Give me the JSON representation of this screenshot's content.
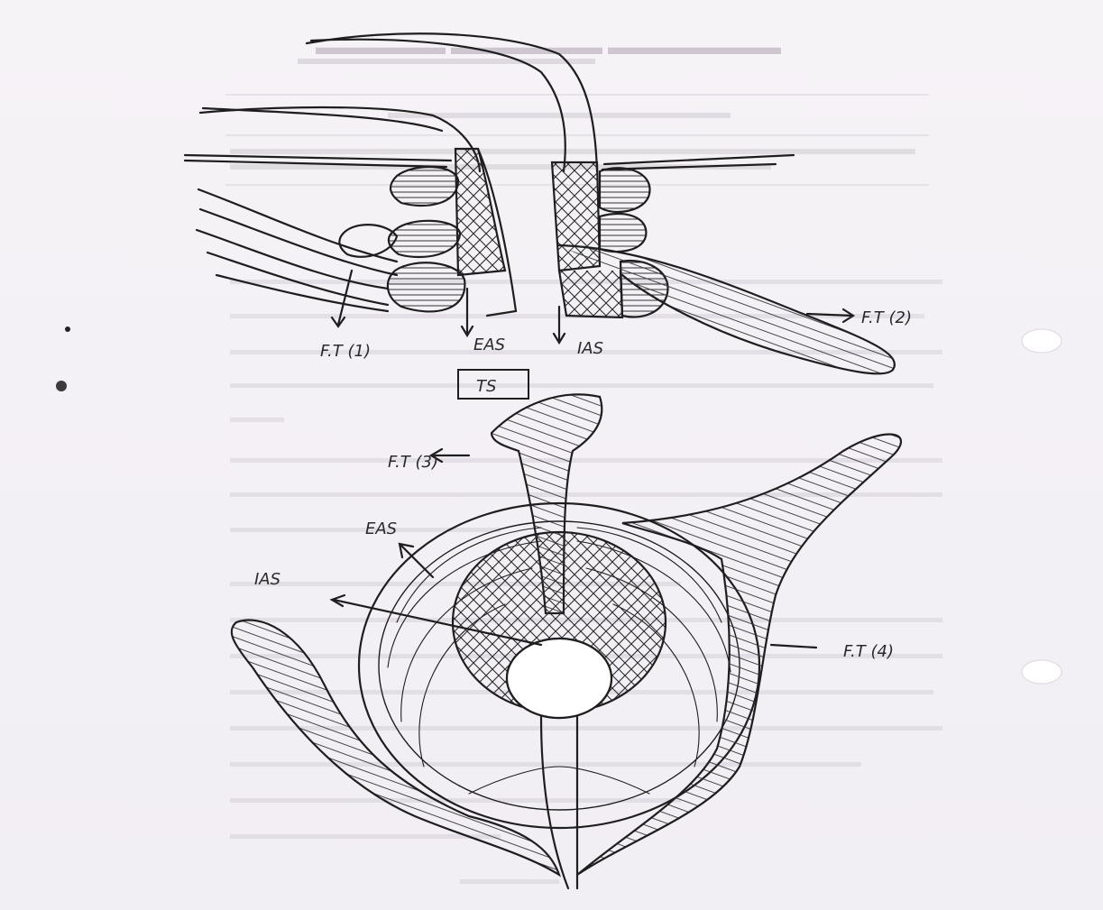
{
  "labels": {
    "ft1": "F.T (1)",
    "eas_top": "EAS",
    "ias_top": "IAS",
    "ft2": "F.T (2)",
    "ts": "TS",
    "ft3": "F.T (3)",
    "eas_bottom": "EAS",
    "ias_bottom": "IAS",
    "ft4": "F.T (4)"
  },
  "colors": {
    "ink": "#1e1e1e",
    "paper": "#f4f1f6",
    "ghost_text": "#c9c2cc"
  }
}
